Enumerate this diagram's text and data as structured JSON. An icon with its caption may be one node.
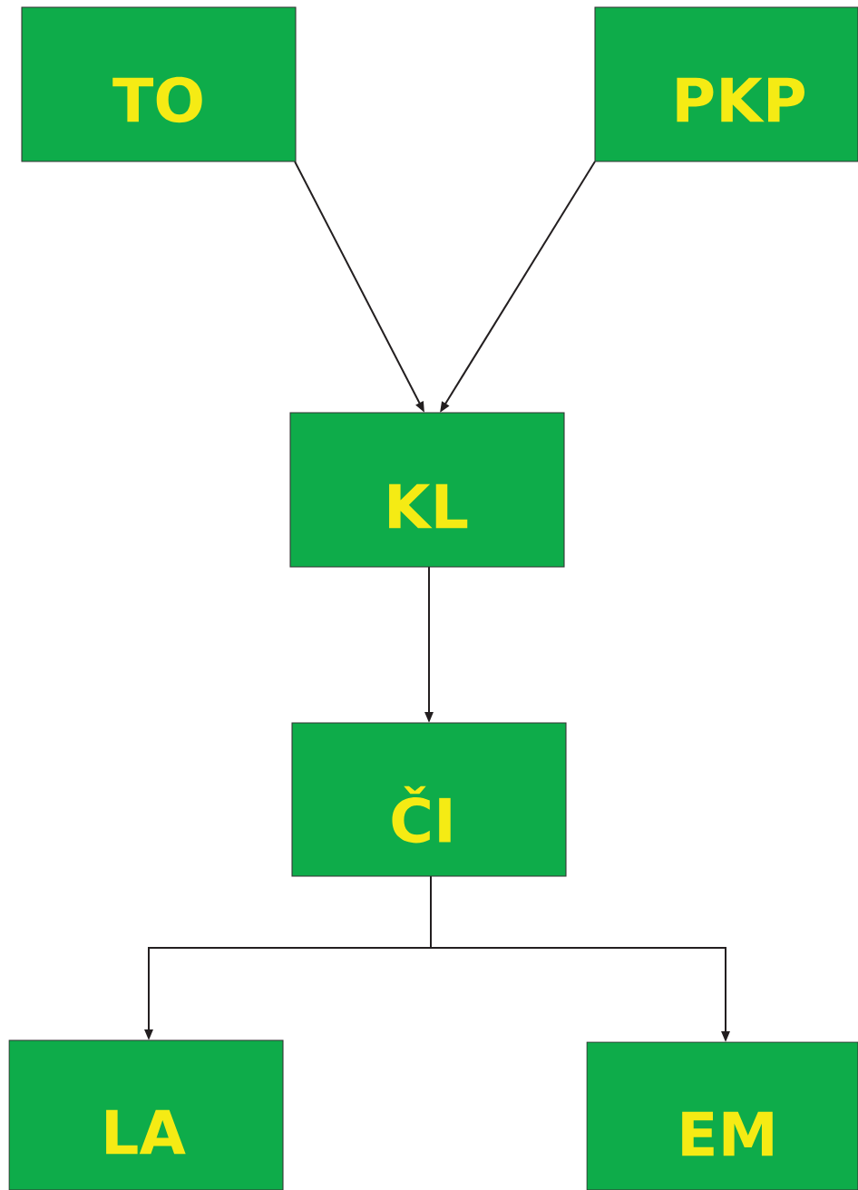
{
  "diagram": {
    "nodes": [
      {
        "text": [
          "TO"
        ]
      },
      {
        "text": [
          "PKP"
        ]
      },
      {
        "text": [
          "KL"
        ]
      },
      {
        "text": [
          "ČI"
        ]
      },
      {
        "text": [
          "LA"
        ]
      },
      {
        "text": [
          "EM"
        ]
      }
    ],
    "edges": [
      {
        "from": 0,
        "to": 2,
        "arrow": "to"
      },
      {
        "from": 1,
        "to": 2,
        "arrow": "to"
      },
      {
        "from": 2,
        "to": 3,
        "arrow": "to"
      },
      {
        "from": 3,
        "to": 4,
        "arrow": "to"
      },
      {
        "from": 3,
        "to": 5,
        "arrow": "to"
      }
    ]
  }
}
